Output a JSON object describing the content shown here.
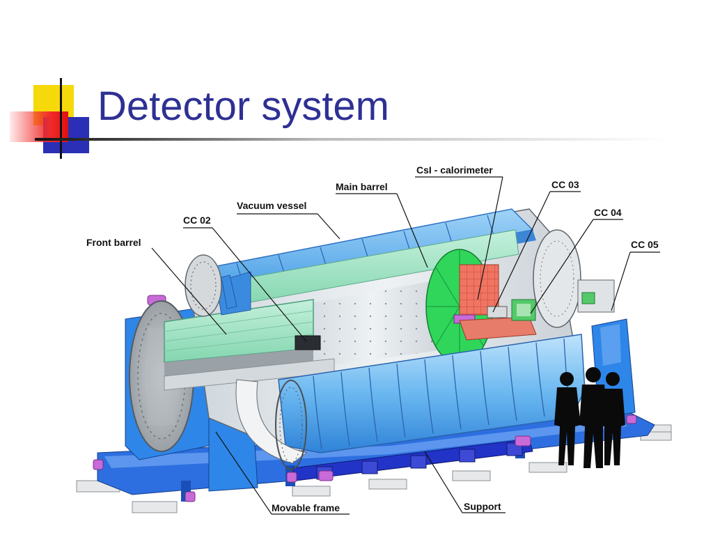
{
  "title": "Detector system",
  "labels": {
    "csi_calorimeter": "CsI - calorimeter",
    "main_barrel": "Main barrel",
    "cc03": "CC 03",
    "vacuum_vessel": "Vacuum vessel",
    "cc04": "CC 04",
    "cc02": "CC 02",
    "front_barrel": "Front barrel",
    "cc05": "CC 05",
    "movable_frame": "Movable frame",
    "support": "Support"
  },
  "colors": {
    "title": "#2e3094",
    "vessel_blue": "#3f97e6",
    "frame_blue": "#1e6fe0",
    "barrel_green": "#9ee3c3",
    "calorimeter_red": "#f06a5a",
    "cc03_green": "#2fd65a",
    "accent_magenta": "#c86ad8"
  }
}
